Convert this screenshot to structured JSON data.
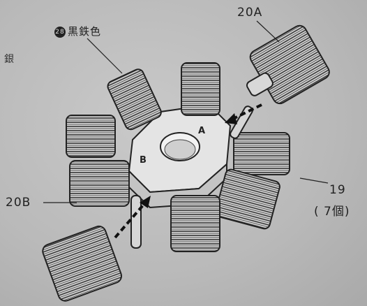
{
  "side_text": "銀",
  "labels": {
    "color_number": "28",
    "color_name": "黒鉄色",
    "part_20a": "20A",
    "part_20b": "20B",
    "part_19": "19",
    "part_19_count": "( 7個)"
  },
  "markers": {
    "a": "A",
    "b": "B"
  },
  "colors": {
    "ink": "#222222",
    "paper": "#bdbdbd"
  }
}
